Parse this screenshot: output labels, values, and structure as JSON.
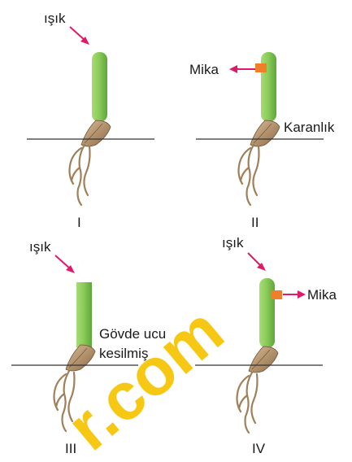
{
  "panels": [
    {
      "roman": "I",
      "light_label": "ışık",
      "mica_label": "",
      "extra_lines": []
    },
    {
      "roman": "II",
      "light_label": "",
      "mica_label": "Mika",
      "extra_lines": [
        "Karanlık"
      ]
    },
    {
      "roman": "III",
      "light_label": "ışık",
      "mica_label": "",
      "extra_lines": [
        "Gövde ucu",
        "kesilmiş"
      ]
    },
    {
      "roman": "IV",
      "light_label": "ışık",
      "mica_label": "Mika",
      "extra_lines": []
    }
  ],
  "watermark": {
    "text": "r.com",
    "color": "#f7c400"
  },
  "colors": {
    "stem": "#8ccc5a",
    "stem_dark": "#5ea63a",
    "arrow": "#e0196b",
    "mica": "#f07f2a",
    "seed": "#b08a63",
    "root": "#a0805a",
    "ground": "#333333"
  }
}
